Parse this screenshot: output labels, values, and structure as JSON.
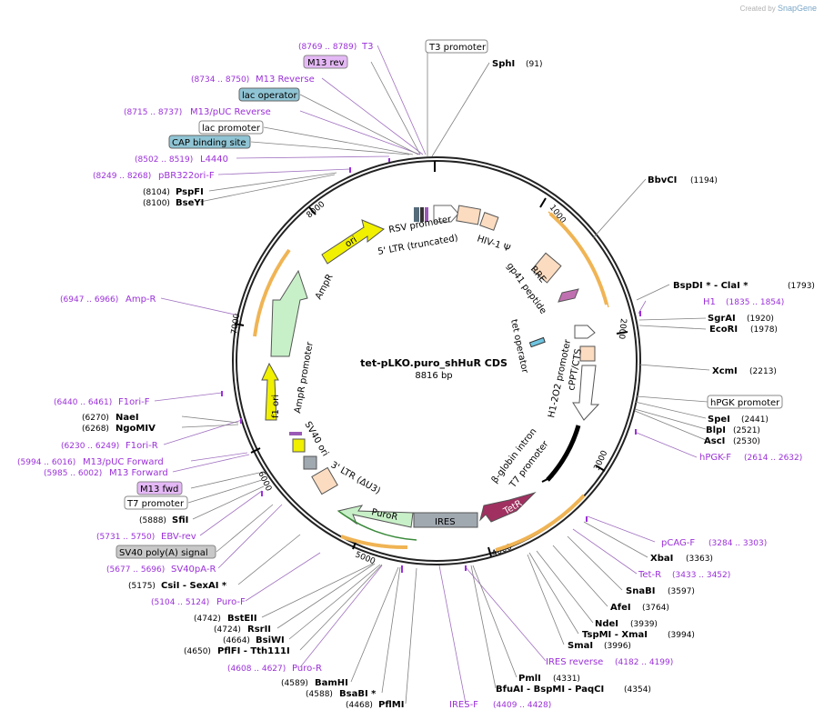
{
  "brand": {
    "prefix": "Created by",
    "name": "SnapGene"
  },
  "plasmid": {
    "name": "tet-pLKO.puro_shHuR CDS",
    "length_label": "8816 bp",
    "length": 8816
  },
  "colors": {
    "primer": "#9b30d9",
    "enzyme": "#000000",
    "feature_orange": "#f0b454",
    "line": "#808080"
  },
  "ticks": [
    "1000",
    "2000",
    "3000",
    "4000",
    "5000",
    "6000",
    "7000",
    "8000"
  ],
  "labels_left": [
    {
      "id": "t3",
      "range": "(8769 .. 8789)",
      "name": "T3",
      "kind": "primer"
    },
    {
      "id": "m13rev",
      "name": "M13 rev",
      "kind": "box",
      "fill": "#e4b8f5"
    },
    {
      "id": "m13reverse",
      "range": "(8734 .. 8750)",
      "name": "M13 Reverse",
      "kind": "primer"
    },
    {
      "id": "lacop",
      "name": "lac operator",
      "kind": "box",
      "fill": "#8fc4d4"
    },
    {
      "id": "m13puc",
      "range": "(8715 .. 8737)",
      "name": "M13/pUC Reverse",
      "kind": "primer"
    },
    {
      "id": "lacprom",
      "name": "lac promoter",
      "kind": "box",
      "fill": "#ffffff"
    },
    {
      "id": "cap",
      "name": "CAP binding site",
      "kind": "box",
      "fill": "#8fc4d4"
    },
    {
      "id": "l4440",
      "range": "(8502 .. 8519)",
      "name": "L4440",
      "kind": "primer"
    },
    {
      "id": "pbr",
      "range": "(8249 .. 8268)",
      "name": "pBR322ori-F",
      "kind": "primer"
    },
    {
      "id": "pspfi",
      "pos": "(8104)",
      "name": "PspFI",
      "kind": "enzyme"
    },
    {
      "id": "bseyi",
      "pos": "(8100)",
      "name": "BseYI",
      "kind": "enzyme"
    },
    {
      "id": "ampr",
      "range": "(6947 .. 6966)",
      "name": "Amp-R",
      "kind": "primer"
    },
    {
      "id": "f1orif",
      "range": "(6440 .. 6461)",
      "name": "F1ori-F",
      "kind": "primer"
    },
    {
      "id": "naei",
      "pos": "(6270)",
      "name": "NaeI",
      "kind": "enzyme"
    },
    {
      "id": "ngomiv",
      "pos": "(6268)",
      "name": "NgoMIV",
      "kind": "enzyme"
    },
    {
      "id": "f1orir",
      "range": "(6230 .. 6249)",
      "name": "F1ori-R",
      "kind": "primer"
    },
    {
      "id": "m13pucf",
      "range": "(5994 .. 6016)",
      "name": "M13/pUC Forward",
      "kind": "primer"
    },
    {
      "id": "m13f",
      "range": "(5985 .. 6002)",
      "name": "M13 Forward",
      "kind": "primer"
    },
    {
      "id": "m13fwd",
      "name": "M13 fwd",
      "kind": "box",
      "fill": "#e4b8f5"
    },
    {
      "id": "t7prom",
      "name": "T7 promoter",
      "kind": "box",
      "fill": "#ffffff"
    },
    {
      "id": "sfii",
      "pos": "(5888)",
      "name": "SfiI",
      "kind": "enzyme"
    },
    {
      "id": "ebvrev",
      "range": "(5731 .. 5750)",
      "name": "EBV-rev",
      "kind": "primer"
    },
    {
      "id": "sv40pa",
      "name": "SV40 poly(A) signal",
      "kind": "box",
      "fill": "#c8c8c8"
    },
    {
      "id": "sv40par",
      "range": "(5677 .. 5696)",
      "name": "SV40pA-R",
      "kind": "primer"
    },
    {
      "id": "csii",
      "pos": "(5175)",
      "name": "CsiI  -  SexAI *",
      "kind": "enzyme"
    },
    {
      "id": "purof",
      "range": "(5104 .. 5124)",
      "name": "Puro-F",
      "kind": "primer"
    },
    {
      "id": "bsteii",
      "pos": "(4742)",
      "name": "BstEII",
      "kind": "enzyme"
    },
    {
      "id": "rsrii",
      "pos": "(4724)",
      "name": "RsrII",
      "kind": "enzyme"
    },
    {
      "id": "bsiwi",
      "pos": "(4664)",
      "name": "BsiWI",
      "kind": "enzyme"
    },
    {
      "id": "pflfi",
      "pos": "(4650)",
      "name": "PflFI  -  Tth111I",
      "kind": "enzyme"
    },
    {
      "id": "puror",
      "range": "(4608 .. 4627)",
      "name": "Puro-R",
      "kind": "primer"
    },
    {
      "id": "bamhi",
      "pos": "(4589)",
      "name": "BamHI",
      "kind": "enzyme"
    },
    {
      "id": "bsabi",
      "pos": "(4588)",
      "name": "BsaBI *",
      "kind": "enzyme"
    },
    {
      "id": "pflmi",
      "pos": "(4468)",
      "name": "PflMI",
      "kind": "enzyme"
    },
    {
      "id": "iresf",
      "range": "(4409 .. 4428)",
      "name": "IRES-F",
      "kind": "primer"
    }
  ],
  "labels_right": [
    {
      "id": "t3p",
      "name": "T3 promoter",
      "kind": "box",
      "fill": "#ffffff"
    },
    {
      "id": "sphi",
      "name": "SphI",
      "pos": "(91)",
      "kind": "enzyme"
    },
    {
      "id": "bbvci",
      "name": "BbvCI",
      "pos": "(1194)",
      "kind": "enzyme"
    },
    {
      "id": "bspdi",
      "name": "BspDI *  -  ClaI *",
      "pos": "(1793)",
      "kind": "enzyme"
    },
    {
      "id": "h1",
      "name": "H1",
      "range": "(1835 .. 1854)",
      "kind": "primer"
    },
    {
      "id": "sgrai",
      "name": "SgrAI",
      "pos": "(1920)",
      "kind": "enzyme"
    },
    {
      "id": "ecori",
      "name": "EcoRI",
      "pos": "(1978)",
      "kind": "enzyme"
    },
    {
      "id": "xcmi",
      "name": "XcmI",
      "pos": "(2213)",
      "kind": "enzyme"
    },
    {
      "id": "hpgk",
      "name": "hPGK promoter",
      "kind": "box",
      "fill": "#ffffff"
    },
    {
      "id": "spei",
      "name": "SpeI",
      "pos": "(2441)",
      "kind": "enzyme"
    },
    {
      "id": "blpi",
      "name": "BlpI",
      "pos": "(2521)",
      "kind": "enzyme"
    },
    {
      "id": "asci",
      "name": "AscI",
      "pos": "(2530)",
      "kind": "enzyme"
    },
    {
      "id": "hpgkf",
      "name": "hPGK-F",
      "range": "(2614 .. 2632)",
      "kind": "primer"
    },
    {
      "id": "pcagf",
      "name": "pCAG-F",
      "range": "(3284 .. 3303)",
      "kind": "primer"
    },
    {
      "id": "xbai",
      "name": "XbaI",
      "pos": "(3363)",
      "kind": "enzyme"
    },
    {
      "id": "tetr",
      "name": "Tet-R",
      "range": "(3433 .. 3452)",
      "kind": "primer"
    },
    {
      "id": "snabi",
      "name": "SnaBI",
      "pos": "(3597)",
      "kind": "enzyme"
    },
    {
      "id": "afei",
      "name": "AfeI",
      "pos": "(3764)",
      "kind": "enzyme"
    },
    {
      "id": "ndei",
      "name": "NdeI",
      "pos": "(3939)",
      "kind": "enzyme"
    },
    {
      "id": "tspmi",
      "name": "TspMI  -  XmaI",
      "pos": "(3994)",
      "kind": "enzyme"
    },
    {
      "id": "smai",
      "name": "SmaI",
      "pos": "(3996)",
      "kind": "enzyme"
    },
    {
      "id": "iresrev",
      "name": "IRES reverse",
      "range": "(4182 .. 4199)",
      "kind": "primer"
    },
    {
      "id": "pmli",
      "name": "PmlI",
      "pos": "(4331)",
      "kind": "enzyme"
    },
    {
      "id": "bfuai",
      "name": "BfuAI  -  BspMI  -  PaqCI",
      "pos": "(4354)",
      "kind": "enzyme"
    }
  ],
  "features": {
    "rsv": "RSV promoter",
    "ltr5": "5' LTR (truncated)",
    "hiv": "HIV-1 Ψ",
    "rre": "RRE",
    "gp41": "gp41 peptide",
    "tetop": "tet operator",
    "h1": "H1-2O2 promoter",
    "cppt": "cPPT/CTS",
    "bglobin": "β-globin intron",
    "t7": "T7 promoter",
    "tetr": "TetR",
    "ires": "IRES",
    "puror": "PuroR",
    "ltr3": "3' LTR (ΔU3)",
    "sv40ori": "SV40 ori",
    "f1ori": "f1 ori",
    "amprprom": "AmpR promoter",
    "ampr": "AmpR",
    "ori": "ori"
  }
}
